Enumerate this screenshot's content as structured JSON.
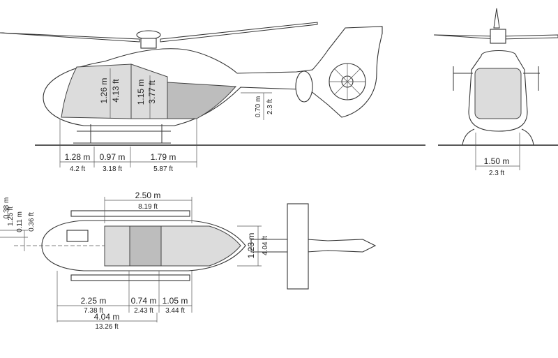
{
  "side_view": {
    "dims": [
      {
        "m": "1.28 m",
        "ft": "4.2 ft"
      },
      {
        "m": "0.97 m",
        "ft": "3.18 ft"
      },
      {
        "m": "1.79 m",
        "ft": "5.87 ft"
      },
      {
        "m": "1.26 m",
        "ft": "4.13 ft"
      },
      {
        "m": "1.15 m",
        "ft": "3.77 ft"
      },
      {
        "m": "0.70 m",
        "ft": "2.3 ft"
      }
    ]
  },
  "front_view": {
    "dims": [
      {
        "m": "1.50 m",
        "ft": "2.3 ft"
      }
    ]
  },
  "top_view": {
    "dims": [
      {
        "m": "2.50 m",
        "ft": "8.19 ft"
      },
      {
        "m": "1.23 m",
        "ft": "4.04 ft"
      },
      {
        "m": "2.25 m",
        "ft": "7.38 ft"
      },
      {
        "m": "0.74 m",
        "ft": "2.43 ft"
      },
      {
        "m": "1.05 m",
        "ft": "3.44 ft"
      },
      {
        "m": "4.04 m",
        "ft": "13.26 ft"
      },
      {
        "m": "0.38 m",
        "ft": "1.25 ft"
      },
      {
        "m": "0.11 m",
        "ft": "0.36 ft"
      }
    ]
  }
}
